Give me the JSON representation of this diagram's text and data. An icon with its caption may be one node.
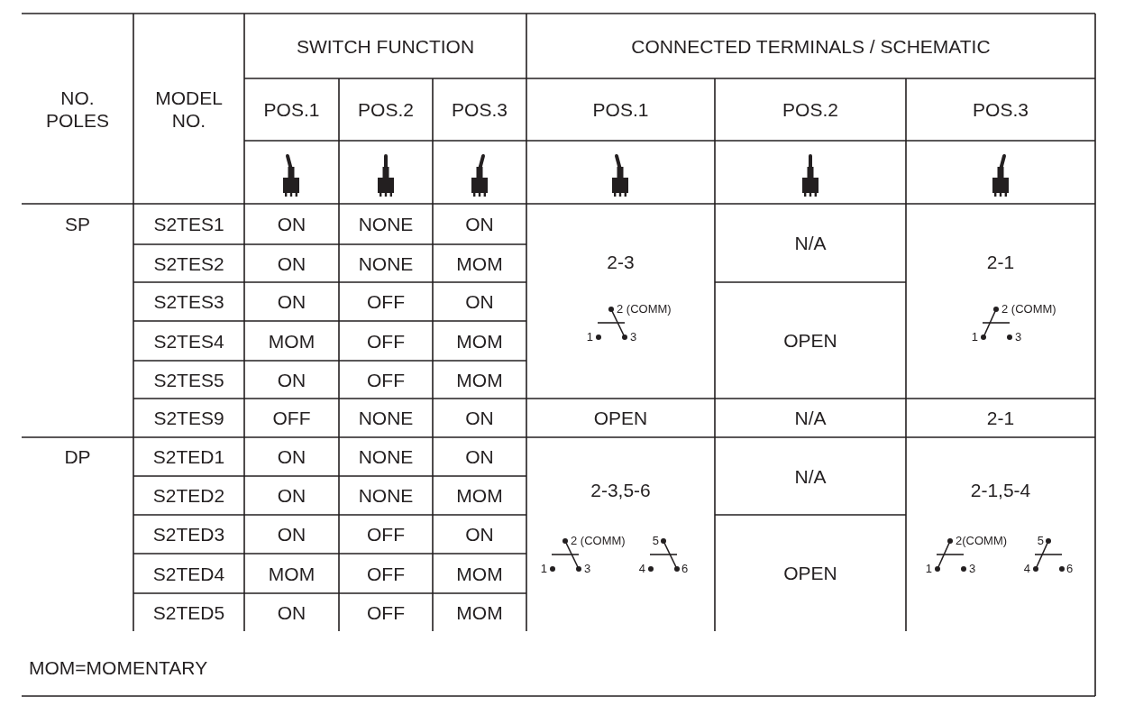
{
  "diagram": {
    "labels": [
      "NO. POLES",
      "MODEL NO.",
      "SWITCH FUNCTION",
      "CONNECTED TERMINALS / SCHEMATIC",
      "POS.1",
      "POS.2",
      "POS.3",
      "POS.1",
      "POS.2",
      "POS.3",
      "SP",
      "S2TES1",
      "ON",
      "NONE",
      "ON",
      "S2TES2",
      "ON",
      "NONE",
      "MOM",
      "2-3",
      "N/A",
      "2-1",
      "S2TES3",
      "ON",
      "OFF",
      "ON",
      "2 (COMM)",
      "1",
      "3",
      "OPEN",
      "2 (COMM)",
      "1",
      "3",
      "S2TES4",
      "MOM",
      "OFF",
      "MOM",
      "S2TES5",
      "ON",
      "OFF",
      "MOM",
      "S2TES9",
      "OFF",
      "NONE",
      "ON",
      "OPEN",
      "N/A",
      "2-1",
      "DP",
      "S2TED1",
      "ON",
      "NONE",
      "ON",
      "S2TED2",
      "ON",
      "NONE",
      "MOM",
      "2-3,5-6",
      "N/A",
      "2-1,5-4",
      "S2TED3",
      "ON",
      "OFF",
      "ON",
      "2 (COMM)",
      "1",
      "3",
      "5",
      "4",
      "6",
      "OPEN",
      "2(COMM)",
      "1",
      "3",
      "5",
      "4",
      "6",
      "S2TED4",
      "MOM",
      "OFF",
      "MOM",
      "S2TED5",
      "ON",
      "OFF",
      "MOM",
      "MOM=MOMENTARY"
    ]
  }
}
